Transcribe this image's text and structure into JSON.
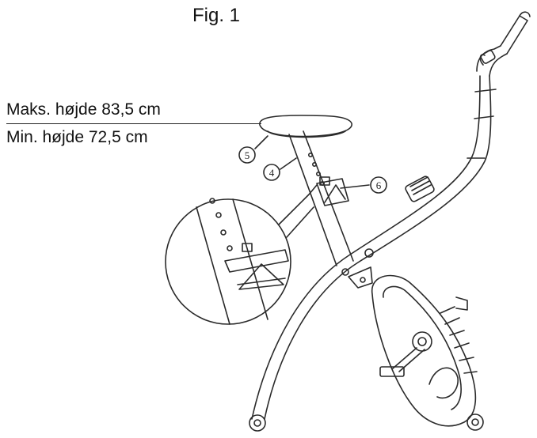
{
  "figure": {
    "title": "Fig. 1",
    "max_height_label": "Maks. højde 83,5 cm",
    "min_height_label": "Min. højde 72,5 cm",
    "callouts": [
      "5",
      "4",
      "6"
    ]
  },
  "colors": {
    "line": "#2a2a2a",
    "background": "#ffffff"
  }
}
